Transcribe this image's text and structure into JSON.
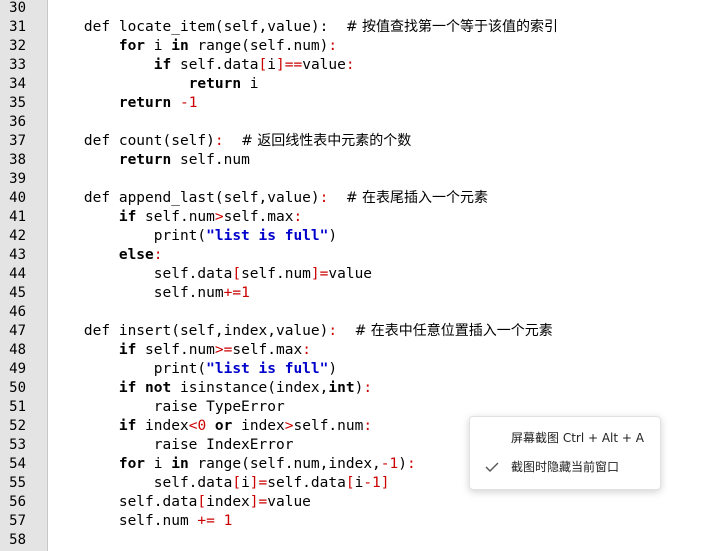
{
  "lines": [
    {
      "n": "30",
      "tokens": []
    },
    {
      "n": "31",
      "tokens": [
        {
          "t": "    def locate_item(self,value):  ",
          "c": ""
        },
        {
          "t": "# 按值查找第一个等于该值的索引",
          "c": "cm"
        }
      ]
    },
    {
      "n": "32",
      "tokens": [
        {
          "t": "        ",
          "c": ""
        },
        {
          "t": "for",
          "c": "kw"
        },
        {
          "t": " i ",
          "c": ""
        },
        {
          "t": "in",
          "c": "kw"
        },
        {
          "t": " range(self.num)",
          "c": ""
        },
        {
          "t": ":",
          "c": "op"
        }
      ]
    },
    {
      "n": "33",
      "tokens": [
        {
          "t": "            ",
          "c": ""
        },
        {
          "t": "if",
          "c": "kw"
        },
        {
          "t": " self.data",
          "c": ""
        },
        {
          "t": "[",
          "c": "op"
        },
        {
          "t": "i",
          "c": ""
        },
        {
          "t": "]==",
          "c": "op"
        },
        {
          "t": "value",
          "c": ""
        },
        {
          "t": ":",
          "c": "op"
        }
      ]
    },
    {
      "n": "34",
      "tokens": [
        {
          "t": "                ",
          "c": ""
        },
        {
          "t": "return",
          "c": "kw"
        },
        {
          "t": " i",
          "c": ""
        }
      ]
    },
    {
      "n": "35",
      "tokens": [
        {
          "t": "        ",
          "c": ""
        },
        {
          "t": "return",
          "c": "kw"
        },
        {
          "t": " ",
          "c": ""
        },
        {
          "t": "-1",
          "c": "num"
        }
      ]
    },
    {
      "n": "36",
      "tokens": []
    },
    {
      "n": "37",
      "tokens": [
        {
          "t": "    def count(self)",
          "c": ""
        },
        {
          "t": ":",
          "c": "op"
        },
        {
          "t": "  ",
          "c": ""
        },
        {
          "t": "# 返回线性表中元素的个数",
          "c": "cm"
        }
      ]
    },
    {
      "n": "38",
      "tokens": [
        {
          "t": "        ",
          "c": ""
        },
        {
          "t": "return",
          "c": "kw"
        },
        {
          "t": " self.num",
          "c": ""
        }
      ]
    },
    {
      "n": "39",
      "tokens": []
    },
    {
      "n": "40",
      "tokens": [
        {
          "t": "    def append_last(self,value)",
          "c": ""
        },
        {
          "t": ":",
          "c": "op"
        },
        {
          "t": "  ",
          "c": ""
        },
        {
          "t": "# 在表尾插入一个元素",
          "c": "cm"
        }
      ]
    },
    {
      "n": "41",
      "tokens": [
        {
          "t": "        ",
          "c": ""
        },
        {
          "t": "if",
          "c": "kw"
        },
        {
          "t": " self.num",
          "c": ""
        },
        {
          "t": ">",
          "c": "op"
        },
        {
          "t": "self.max",
          "c": ""
        },
        {
          "t": ":",
          "c": "op"
        }
      ]
    },
    {
      "n": "42",
      "tokens": [
        {
          "t": "            print(",
          "c": ""
        },
        {
          "t": "\"list is full\"",
          "c": "str"
        },
        {
          "t": ")",
          "c": ""
        }
      ]
    },
    {
      "n": "43",
      "tokens": [
        {
          "t": "        ",
          "c": ""
        },
        {
          "t": "else",
          "c": "kw"
        },
        {
          "t": ":",
          "c": "op"
        }
      ]
    },
    {
      "n": "44",
      "tokens": [
        {
          "t": "            self.data",
          "c": ""
        },
        {
          "t": "[",
          "c": "op"
        },
        {
          "t": "self.num",
          "c": ""
        },
        {
          "t": "]=",
          "c": "op"
        },
        {
          "t": "value",
          "c": ""
        }
      ]
    },
    {
      "n": "45",
      "tokens": [
        {
          "t": "            self.num",
          "c": ""
        },
        {
          "t": "+=",
          "c": "op"
        },
        {
          "t": "1",
          "c": "num"
        }
      ]
    },
    {
      "n": "46",
      "tokens": []
    },
    {
      "n": "47",
      "tokens": [
        {
          "t": "    def insert(self,index,value)",
          "c": ""
        },
        {
          "t": ":",
          "c": "op"
        },
        {
          "t": "  ",
          "c": ""
        },
        {
          "t": "# 在表中任意位置插入一个元素",
          "c": "cm"
        }
      ]
    },
    {
      "n": "48",
      "tokens": [
        {
          "t": "        ",
          "c": ""
        },
        {
          "t": "if",
          "c": "kw"
        },
        {
          "t": " self.num",
          "c": ""
        },
        {
          "t": ">=",
          "c": "op"
        },
        {
          "t": "self.max",
          "c": ""
        },
        {
          "t": ":",
          "c": "op"
        }
      ]
    },
    {
      "n": "49",
      "tokens": [
        {
          "t": "            print(",
          "c": ""
        },
        {
          "t": "\"list is full\"",
          "c": "str"
        },
        {
          "t": ")",
          "c": ""
        }
      ]
    },
    {
      "n": "50",
      "tokens": [
        {
          "t": "        ",
          "c": ""
        },
        {
          "t": "if",
          "c": "kw"
        },
        {
          "t": " ",
          "c": ""
        },
        {
          "t": "not",
          "c": "kw"
        },
        {
          "t": " isinstance(index,",
          "c": ""
        },
        {
          "t": "int",
          "c": "kw"
        },
        {
          "t": ")",
          "c": ""
        },
        {
          "t": ":",
          "c": "op"
        }
      ]
    },
    {
      "n": "51",
      "tokens": [
        {
          "t": "            raise TypeError",
          "c": ""
        }
      ]
    },
    {
      "n": "52",
      "tokens": [
        {
          "t": "        ",
          "c": ""
        },
        {
          "t": "if",
          "c": "kw"
        },
        {
          "t": " index",
          "c": ""
        },
        {
          "t": "<",
          "c": "op"
        },
        {
          "t": "0",
          "c": "num"
        },
        {
          "t": " ",
          "c": ""
        },
        {
          "t": "or",
          "c": "kw"
        },
        {
          "t": " index",
          "c": ""
        },
        {
          "t": ">",
          "c": "op"
        },
        {
          "t": "self.num",
          "c": ""
        },
        {
          "t": ":",
          "c": "op"
        }
      ]
    },
    {
      "n": "53",
      "tokens": [
        {
          "t": "            raise IndexError",
          "c": ""
        }
      ]
    },
    {
      "n": "54",
      "tokens": [
        {
          "t": "        ",
          "c": ""
        },
        {
          "t": "for",
          "c": "kw"
        },
        {
          "t": " i ",
          "c": ""
        },
        {
          "t": "in",
          "c": "kw"
        },
        {
          "t": " range(self.num,index,",
          "c": ""
        },
        {
          "t": "-1",
          "c": "num"
        },
        {
          "t": ")",
          "c": ""
        },
        {
          "t": ":",
          "c": "op"
        }
      ]
    },
    {
      "n": "55",
      "tokens": [
        {
          "t": "            self.data",
          "c": ""
        },
        {
          "t": "[",
          "c": "op"
        },
        {
          "t": "i",
          "c": ""
        },
        {
          "t": "]=",
          "c": "op"
        },
        {
          "t": "self.data",
          "c": ""
        },
        {
          "t": "[",
          "c": "op"
        },
        {
          "t": "i",
          "c": ""
        },
        {
          "t": "-1",
          "c": "num"
        },
        {
          "t": "]",
          "c": "op"
        }
      ]
    },
    {
      "n": "56",
      "tokens": [
        {
          "t": "        self.data",
          "c": ""
        },
        {
          "t": "[",
          "c": "op"
        },
        {
          "t": "index",
          "c": ""
        },
        {
          "t": "]=",
          "c": "op"
        },
        {
          "t": "value",
          "c": ""
        }
      ]
    },
    {
      "n": "57",
      "tokens": [
        {
          "t": "        self.num ",
          "c": ""
        },
        {
          "t": "+=",
          "c": "op"
        },
        {
          "t": " ",
          "c": ""
        },
        {
          "t": "1",
          "c": "num"
        }
      ]
    },
    {
      "n": "58",
      "tokens": []
    }
  ],
  "context_menu": {
    "screenshot_item": "屏幕截图 Ctrl + Alt + A",
    "hide_window_item": "截图时隐藏当前窗口",
    "hide_window_checked": true
  },
  "icons": {
    "check": "check-icon"
  }
}
